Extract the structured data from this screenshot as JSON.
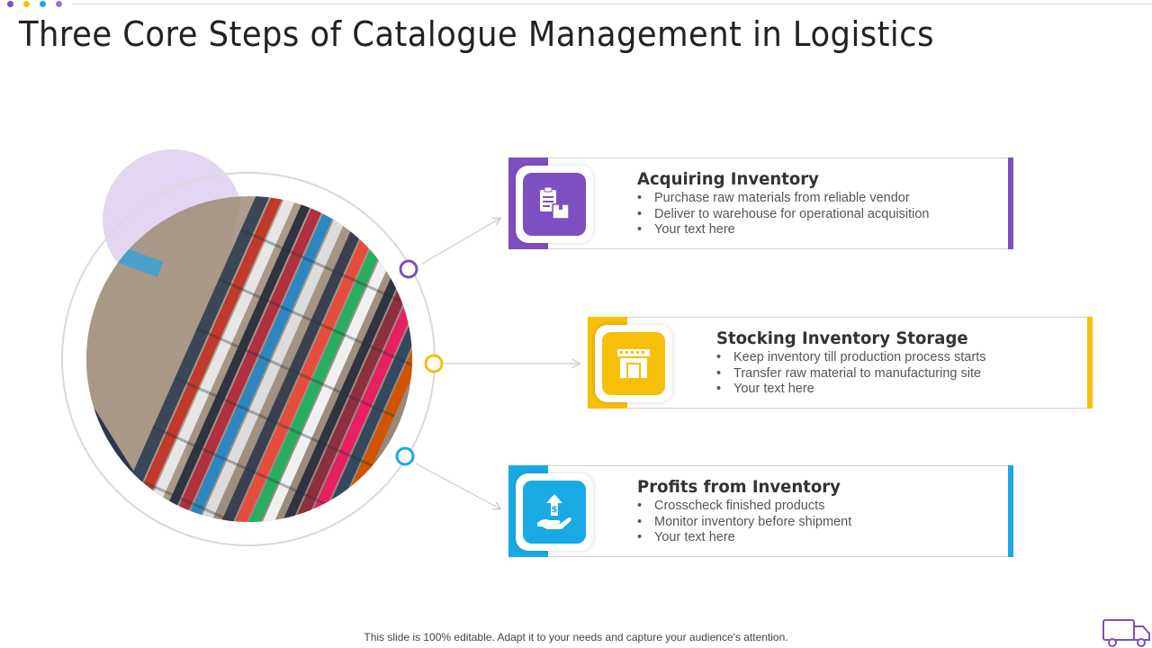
{
  "colors": {
    "purple": "#7e4fc1",
    "yellow": "#f5bf0a",
    "blue": "#19a9e5",
    "lavender": "#e2d6f2",
    "ring": "#d9d9d9"
  },
  "top_dots": [
    "#7e4fc1",
    "#f5bf0a",
    "#19a9e5",
    "#9a76d0"
  ],
  "title": "Three Core Steps of Catalogue Management in Logistics",
  "cards": [
    {
      "heading": "Acquiring Inventory",
      "icon": "clipboard-box-icon",
      "color": "#7e4fc1",
      "bullets": [
        "Purchase raw materials from reliable vendor",
        "Deliver to warehouse for operational acquisition",
        "Your text here"
      ]
    },
    {
      "heading": "Stocking Inventory Storage",
      "icon": "warehouse-icon",
      "color": "#f5bf0a",
      "bullets": [
        "Keep inventory till production process starts",
        "Transfer raw material to manufacturing site",
        "Your text here"
      ]
    },
    {
      "heading": "Profits from Inventory",
      "icon": "money-hand-icon",
      "color": "#19a9e5",
      "bullets": [
        "Crosscheck finished products",
        "Monitor inventory before shipment",
        "Your text here"
      ]
    }
  ],
  "hero_image": "container-port-aerial-photo",
  "footer": "This slide is 100% editable. Adapt it to your needs and capture your audience's attention.",
  "corner_icon": "delivery-truck-icon"
}
